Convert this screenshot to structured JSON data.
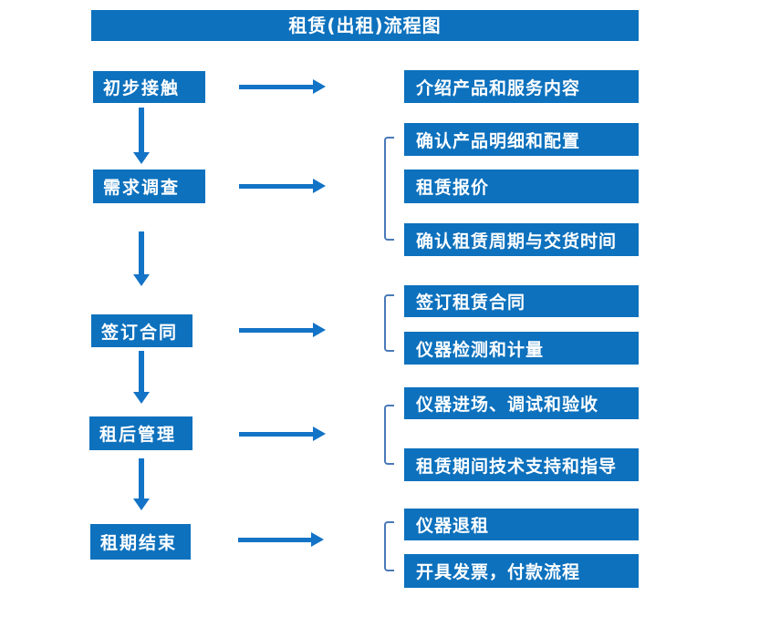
{
  "title": "租赁(出租)流程图",
  "colors": {
    "box": "#0d71bd",
    "arrow": "#1373c6",
    "bracket": "#4a7ab8",
    "text": "#ffffff",
    "background": "#ffffff"
  },
  "steps": [
    {
      "label": "初步接触",
      "outputs": [
        "介绍产品和服务内容"
      ]
    },
    {
      "label": "需求调查",
      "outputs": [
        "确认产品明细和配置",
        "租赁报价",
        "确认租赁周期与交货时间"
      ]
    },
    {
      "label": "签订合同",
      "outputs": [
        "签订租赁合同",
        "仪器检测和计量"
      ]
    },
    {
      "label": "租后管理",
      "outputs": [
        "仪器进场、调试和验收",
        "租赁期间技术支持和指导"
      ]
    },
    {
      "label": "租期结束",
      "outputs": [
        "仪器退租",
        "开具发票，付款流程"
      ]
    }
  ]
}
